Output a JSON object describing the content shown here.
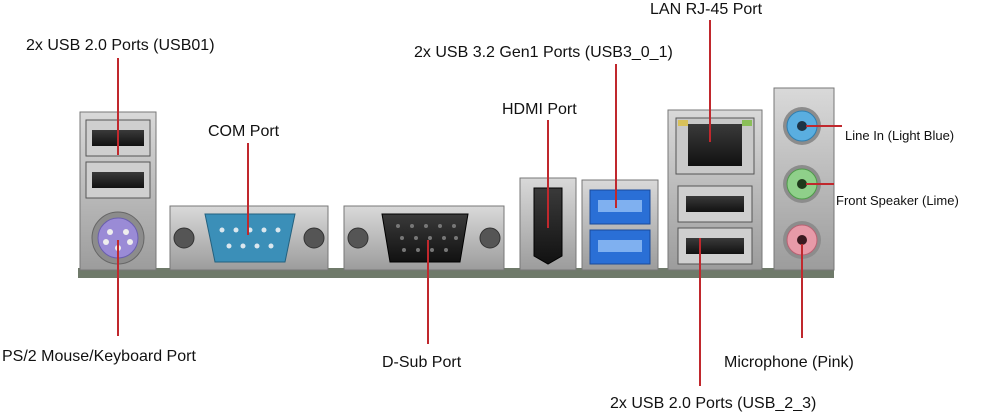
{
  "labels": {
    "usb2_top": "2x USB 2.0 Ports (USB01)",
    "com": "COM Port",
    "usb32": "2x USB 3.2 Gen1 Ports (USB3_0_1)",
    "hdmi": "HDMI Port",
    "lan": "LAN RJ-45 Port",
    "line_in": "Line In (Light Blue)",
    "front_speaker": "Front Speaker (Lime)",
    "ps2": "PS/2 Mouse/Keyboard Port",
    "dsub": "D-Sub Port",
    "microphone": "Microphone (Pink)",
    "usb2_bottom": "2x USB 2.0 Ports (USB_2_3)"
  },
  "colors": {
    "leader_line": "#c0282d",
    "usb3_blue": "#2a6fd6",
    "com_teal": "#3b8fb8",
    "line_in_blue": "#5aaee0",
    "lime": "#8fd08a",
    "pink": "#e79aa8",
    "ps2_purple": "#9a8bd6",
    "panel_gray": "#b8b8b8"
  }
}
